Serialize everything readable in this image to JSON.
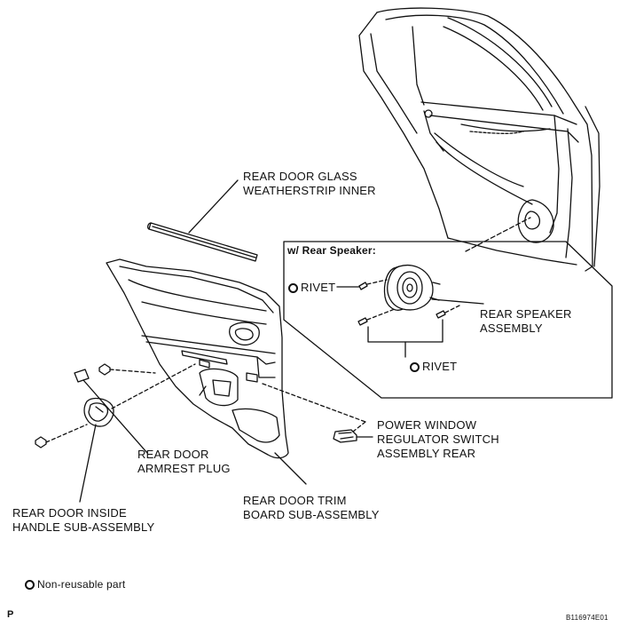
{
  "labels": {
    "glass_weatherstrip": [
      "REAR DOOR GLASS",
      "WEATHERSTRIP INNER"
    ],
    "speaker_box_title": "w/ Rear Speaker:",
    "rivet_top": "RIVET",
    "rivet_bottom": "RIVET",
    "speaker_assembly": [
      "REAR SPEAKER",
      "ASSEMBLY"
    ],
    "power_window_switch": [
      "POWER WINDOW",
      "REGULATOR SWITCH",
      "ASSEMBLY REAR"
    ],
    "armrest_plug": [
      "REAR DOOR",
      "ARMREST PLUG"
    ],
    "trim_board": [
      "REAR DOOR TRIM",
      "BOARD SUB-ASSEMBLY"
    ],
    "inside_handle": [
      "REAR DOOR INSIDE",
      "HANDLE SUB-ASSEMBLY"
    ],
    "legend_nonreusable": "Non-reusable part",
    "corner_left": "P",
    "figure_code": "B116974E01"
  },
  "icons": {
    "nonreusable_symbol": "ring-icon"
  },
  "colors": {
    "ink": "#111111",
    "background": "#ffffff"
  }
}
